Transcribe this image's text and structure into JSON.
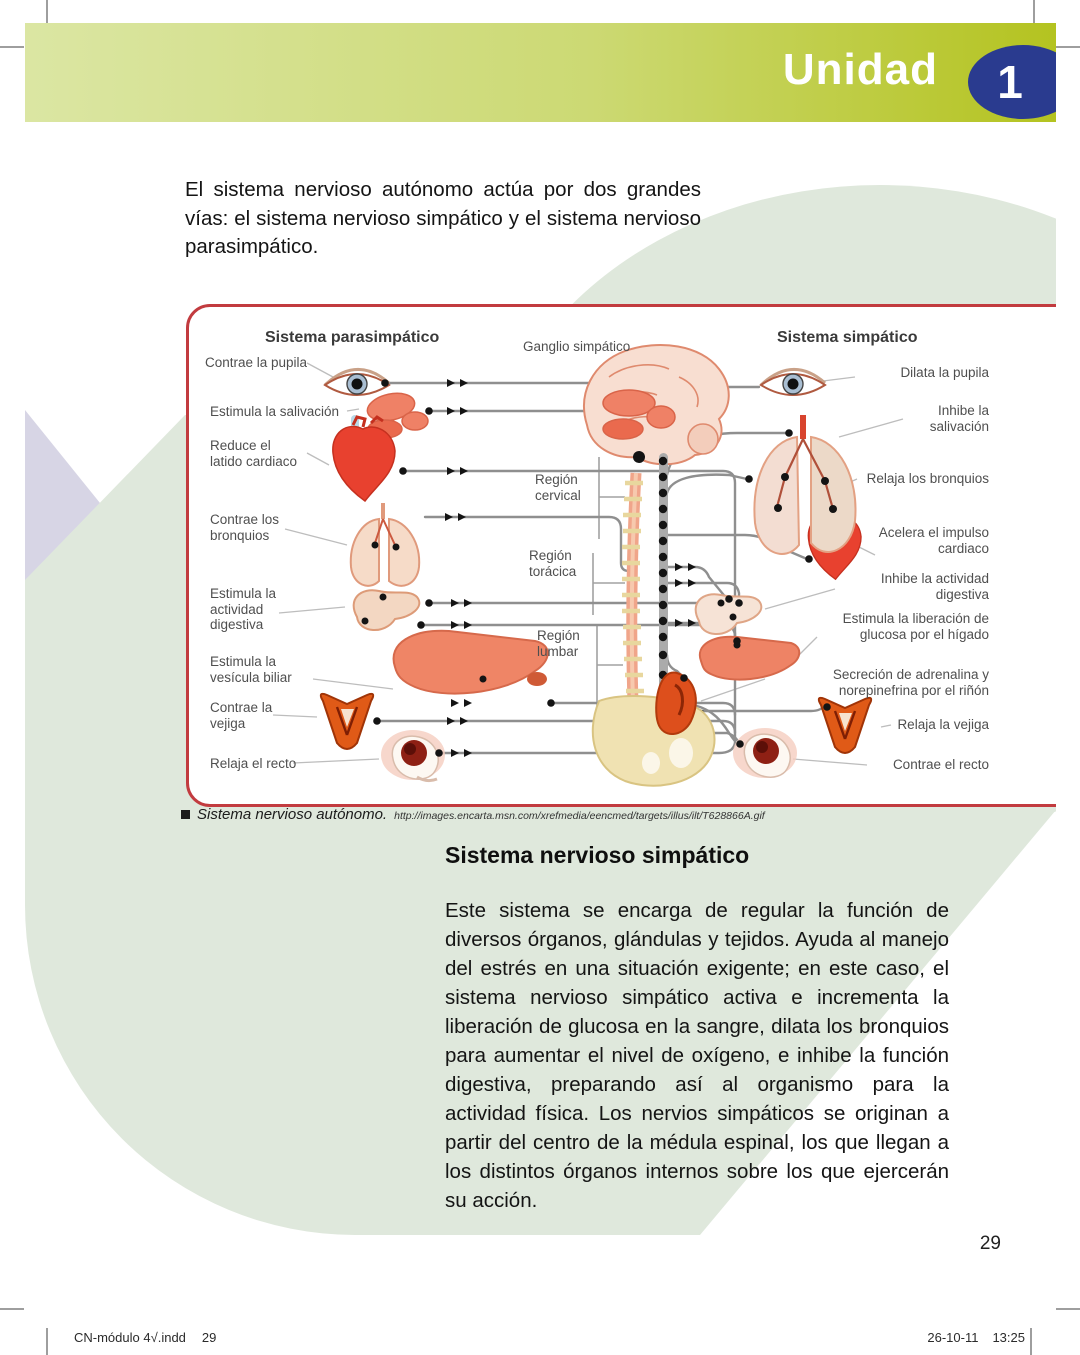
{
  "header": {
    "unit_label": "Unidad",
    "unit_number": "1"
  },
  "intro": {
    "text": "El sistema nervioso autónomo actúa por dos grandes vías: el sistema nervioso simpático y el sistema nervioso parasimpático."
  },
  "figure": {
    "left_column_title": "Sistema parasimpático",
    "right_column_title": "Sistema simpático",
    "ganglion_label": "Ganglio simpático",
    "spine_regions": [
      "Región cervical",
      "Región torácica",
      "Región lumbar"
    ],
    "parasympathetic_effects": [
      "Contrae la pupila",
      "Estimula la salivación",
      "Reduce el latido cardiaco",
      "Contrae los bronquios",
      "Estimula la actividad digestiva",
      "Estimula la vesícula biliar",
      "Contrae la vejiga",
      "Relaja el recto"
    ],
    "sympathetic_effects": [
      "Dilata la pupila",
      "Inhibe la salivación",
      "Relaja los bronquios",
      "Acelera el impulso cardiaco",
      "Inhibe la actividad digestiva",
      "Estimula la liberación de glucosa por el hígado",
      "Secreción de adrenalina y norepinefrina por el riñón",
      "Relaja la vejiga",
      "Contrae el recto"
    ],
    "caption": "Sistema nervioso autónomo.",
    "caption_url": "http://images.encarta.msn.com/xrefmedia/eencmed/targets/illus/ilt/T628866A.gif"
  },
  "section": {
    "heading": "Sistema nervioso simpático",
    "body": "Este sistema se encarga de regular la función de diversos órganos, glándulas y tejidos. Ayuda al manejo del estrés en una situación exigente; en este caso, el sistema nervioso simpático activa e incrementa la liberación de glucosa en la sangre, dilata los bronquios para aumentar el nivel de oxígeno, e inhibe la función digestiva, preparando así al organismo para la actividad física. Los nervios simpáticos se originan a partir del centro de la médula espinal, los que llegan a los distintos órganos internos sobre los que ejercerán su acción."
  },
  "page_number": "29",
  "footer": {
    "filename": "CN-módulo 4√.indd",
    "page": "29",
    "date": "26-10-11",
    "time": "13:25"
  },
  "colors": {
    "band_start": "#dbe6a3",
    "band_end": "#b4c320",
    "unit_circle_blue": "#2a3b8f",
    "figure_border_red": "#c23b3f",
    "blob_green": "#dfe8dc",
    "blob_lavender": "#d7d5e5"
  }
}
